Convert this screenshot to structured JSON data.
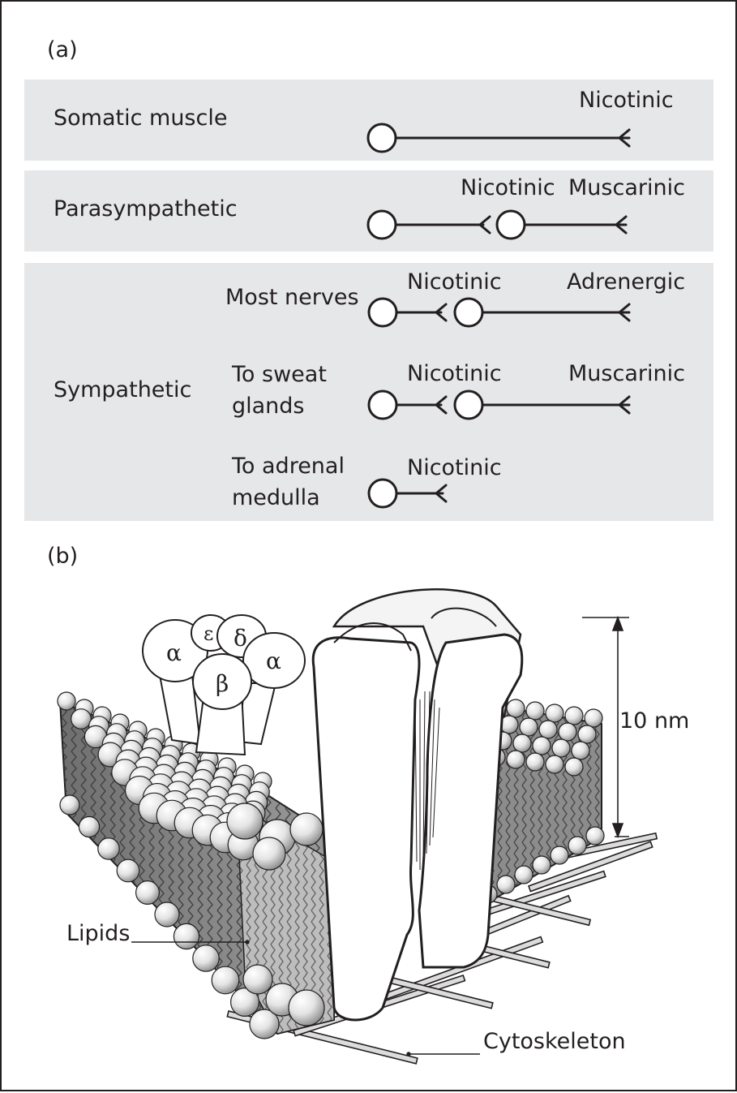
{
  "panel_a": {
    "label": "(a)",
    "somatic": {
      "row_label": "Somatic muscle",
      "receptor": "Nicotinic"
    },
    "parasympathetic": {
      "row_label": "Parasympathetic",
      "receptor1": "Nicotinic",
      "receptor2": "Muscarinic"
    },
    "sympathetic": {
      "row_label": "Sympathetic",
      "most": {
        "label": "Most nerves",
        "receptor1": "Nicotinic",
        "receptor2": "Adrenergic"
      },
      "sweat": {
        "label_line1": "To sweat",
        "label_line2": "glands",
        "receptor1": "Nicotinic",
        "receptor2": "Muscarinic"
      },
      "adrenal": {
        "label_line1": "To adrenal",
        "label_line2": "medulla",
        "receptor1": "Nicotinic"
      }
    }
  },
  "panel_b": {
    "label": "(b)",
    "subunits": {
      "alpha1": "α",
      "epsilon": "ε",
      "delta": "δ",
      "beta": "β",
      "alpha2": "α"
    },
    "scale_label": "10 nm",
    "lipids_label": "Lipids",
    "cytoskeleton_label": "Cytoskeleton"
  }
}
